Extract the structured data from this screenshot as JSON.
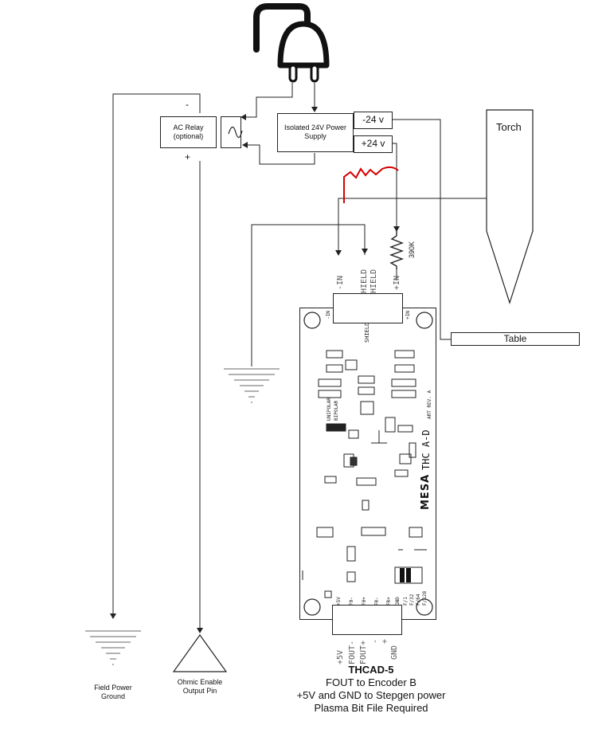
{
  "relay": {
    "title": "AC Relay",
    "subtitle": "(optional)",
    "minus": "-",
    "plus": "+"
  },
  "psu": {
    "title": "Isolated 24V Power",
    "subtitle": "Supply",
    "neg": "-24 v",
    "pos": "+24 v"
  },
  "torch": {
    "label": "Torch"
  },
  "table": {
    "label": "Table"
  },
  "resistor": {
    "value": "390K"
  },
  "input_pins": [
    "-IN",
    "SHIELD",
    "SHIELD",
    "+IN"
  ],
  "output_pins": [
    "+5V",
    "FOUT-",
    "FOUT+",
    "-",
    "+",
    "GND"
  ],
  "board": {
    "brand": "MESA",
    "model": "THC A-D",
    "rev": "ART REV. A",
    "unipolar": "UNIPOLAR",
    "bipolar": "BIPOLAR",
    "shield_pad": "SHIELD",
    "minus_in_pad": "-IN",
    "plus_in_pad": "+IN",
    "bottom_pins": [
      "+5V",
      "F0-",
      "F0+",
      "FR-",
      "FR+",
      "GND"
    ],
    "freq_labels": [
      "F/1",
      "F/32",
      "F/64",
      "F/128"
    ]
  },
  "ground_left": {
    "line1": "Field Power",
    "line2": "Ground"
  },
  "ohmic": {
    "line1": "Ohmic Enable",
    "line2": "Output Pin"
  },
  "caption": {
    "title": "THCAD-5",
    "line1": "FOUT to  Encoder B",
    "line2": "+5V and GND to Stepgen power",
    "line3": "Plasma Bit File Required"
  },
  "colors": {
    "stray_wire": "#d40000",
    "line": "#222222"
  }
}
